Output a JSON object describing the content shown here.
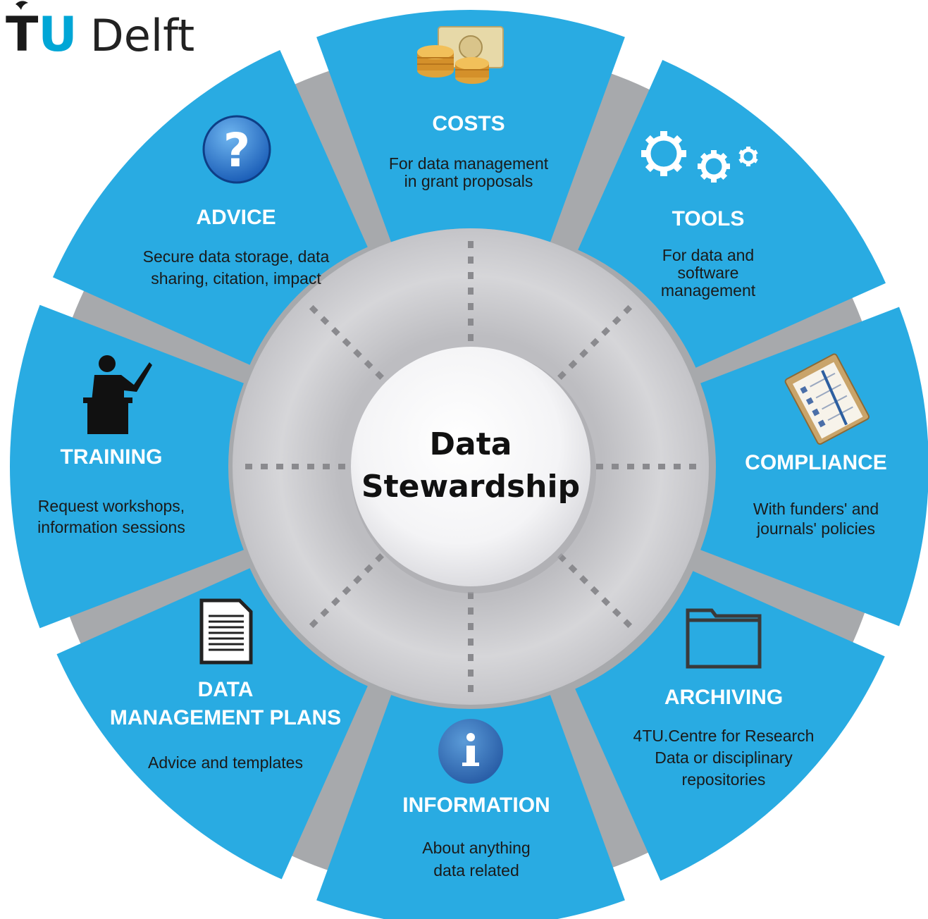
{
  "logo": {
    "tu": "TU",
    "delft": "Delft"
  },
  "center": {
    "line1": "Data",
    "line2": "Stewardship"
  },
  "colors": {
    "segment": "#29ABE2",
    "gap": "#A7A9AC",
    "ring": "#CCCCCE",
    "dashes": "#8A8A8E",
    "logo_t": "#1A1A1A",
    "logo_u": "#00A6D6"
  },
  "segments": [
    {
      "id": "costs",
      "icon": "coins-icon",
      "title": [
        "COSTS"
      ],
      "body": [
        "For data management",
        "in grant proposals"
      ]
    },
    {
      "id": "tools",
      "icon": "gears-icon",
      "title": [
        "TOOLS"
      ],
      "body": [
        "For data and",
        "software",
        "management"
      ]
    },
    {
      "id": "compliance",
      "icon": "clipboard-icon",
      "title": [
        "COMPLIANCE"
      ],
      "body": [
        "With funders' and",
        "journals' policies"
      ]
    },
    {
      "id": "archiving",
      "icon": "folder-icon",
      "title": [
        "ARCHIVING"
      ],
      "body": [
        "4TU.Centre for Research",
        "Data or disciplinary",
        "repositories"
      ]
    },
    {
      "id": "information",
      "icon": "info-icon",
      "title": [
        "INFORMATION"
      ],
      "body": [
        "About anything",
        "data related"
      ]
    },
    {
      "id": "data-management-plans",
      "icon": "document-icon",
      "title": [
        "DATA",
        "MANAGEMENT PLANS"
      ],
      "body": [
        "Advice and templates"
      ]
    },
    {
      "id": "training",
      "icon": "presenter-icon",
      "title": [
        "TRAINING"
      ],
      "body": [
        "Request workshops,",
        "information sessions"
      ]
    },
    {
      "id": "advice",
      "icon": "question-icon",
      "title": [
        "ADVICE"
      ],
      "body": [
        "Secure data storage, data",
        "sharing, citation, impact"
      ]
    }
  ]
}
